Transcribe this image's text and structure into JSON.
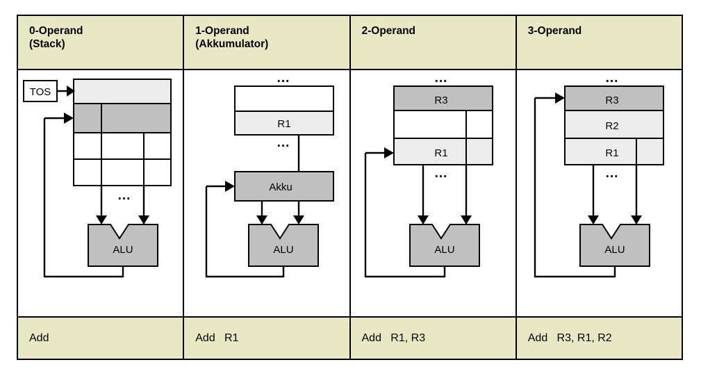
{
  "figure": {
    "kind": "operand-count-architecture-comparison",
    "colors": {
      "header_bg": "#e8e8c4",
      "footer_bg": "#e8e8c4",
      "cell_light": "#ececec",
      "cell_mid": "#c0c0c0",
      "cell_white": "#ffffff",
      "stroke": "#000000"
    }
  },
  "columns": [
    {
      "id": "zero-operand",
      "header": "0-Operand\n(Stack)",
      "instruction": "Add",
      "alu_label": "ALU",
      "pointer_label": "TOS",
      "dots": [
        "..."
      ],
      "cells": [
        {
          "label": "",
          "fill": "cell_light"
        },
        {
          "label": "",
          "fill": "cell_mid"
        },
        {
          "label": "",
          "fill": "cell_white"
        },
        {
          "label": "",
          "fill": "cell_white"
        }
      ]
    },
    {
      "id": "one-operand",
      "header": "1-Operand\n(Akkumulator)",
      "instruction": "Add   R1",
      "alu_label": "ALU",
      "accumulator_label": "Akku",
      "dots": [
        "...",
        "..."
      ],
      "cells": [
        {
          "label": "",
          "fill": "cell_white"
        },
        {
          "label": "R1",
          "fill": "cell_light"
        }
      ]
    },
    {
      "id": "two-operand",
      "header": "2-Operand",
      "instruction": "Add   R1, R3",
      "alu_label": "ALU",
      "dots": [
        "...",
        "..."
      ],
      "cells": [
        {
          "label": "R3",
          "fill": "cell_mid"
        },
        {
          "label": "",
          "fill": "cell_white"
        },
        {
          "label": "R1",
          "fill": "cell_light"
        }
      ]
    },
    {
      "id": "three-operand",
      "header": "3-Operand",
      "instruction": "Add   R3, R1, R2",
      "alu_label": "ALU",
      "dots": [
        "...",
        "..."
      ],
      "cells": [
        {
          "label": "R3",
          "fill": "cell_mid"
        },
        {
          "label": "R2",
          "fill": "cell_light"
        },
        {
          "label": "R1",
          "fill": "cell_light"
        }
      ]
    }
  ]
}
